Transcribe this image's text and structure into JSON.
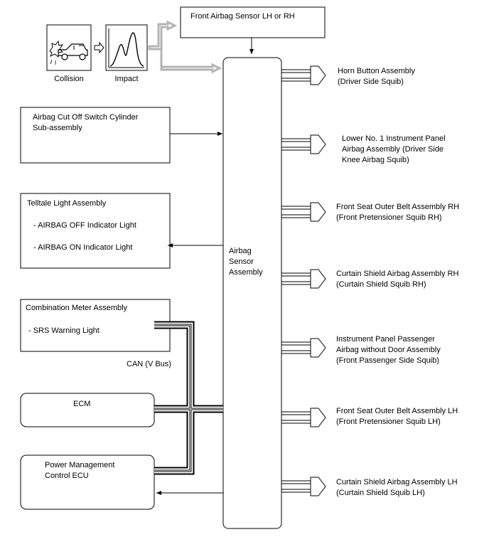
{
  "front_sensor": {
    "label": "Front Airbag Sensor LH or RH"
  },
  "collision": {
    "label": "Collision"
  },
  "impact": {
    "label": "Impact"
  },
  "airbag_sensor": {
    "lines": [
      "Airbag",
      "Sensor",
      "Assembly"
    ]
  },
  "cutoff_switch": {
    "lines": [
      "Airbag Cut Off Switch Cylinder",
      "Sub-assembly"
    ]
  },
  "telltale": {
    "title": "Telltale Light Assembly",
    "item_off": "- AIRBAG OFF Indicator Light",
    "item_on": "- AIRBAG ON Indicator Light"
  },
  "combination_meter": {
    "title": "Combination Meter Assembly",
    "item": "- SRS Warning Light"
  },
  "can_label": "CAN (V Bus)",
  "ecm": {
    "label": "ECM"
  },
  "power_ecu": {
    "lines": [
      "Power Management",
      "Control ECU"
    ]
  },
  "squibs": [
    {
      "lines": [
        "Horn Button Assembly",
        "(Driver Side Squib)"
      ]
    },
    {
      "lines": [
        "Lower No. 1 Instrument Panel",
        "Airbag Assembly (Driver Side",
        "Knee Airbag Squib)"
      ]
    },
    {
      "lines": [
        "Front Seat Outer Belt Assembly RH",
        "(Front Pretensioner Squib RH)"
      ]
    },
    {
      "lines": [
        "Curtain Shield Airbag Assembly RH",
        "(Curtain Shield Squib RH)"
      ]
    },
    {
      "lines": [
        "Instrument Panel Passenger",
        "Airbag without Door Assembly",
        "(Front Passenger Side Squib)"
      ]
    },
    {
      "lines": [
        "Front Seat Outer Belt Assembly LH",
        "(Front Pretensioner Squib LH)"
      ]
    },
    {
      "lines": [
        "Curtain Shield Airbag Assembly LH",
        "(Curtain Shield Squib LH)"
      ]
    }
  ]
}
